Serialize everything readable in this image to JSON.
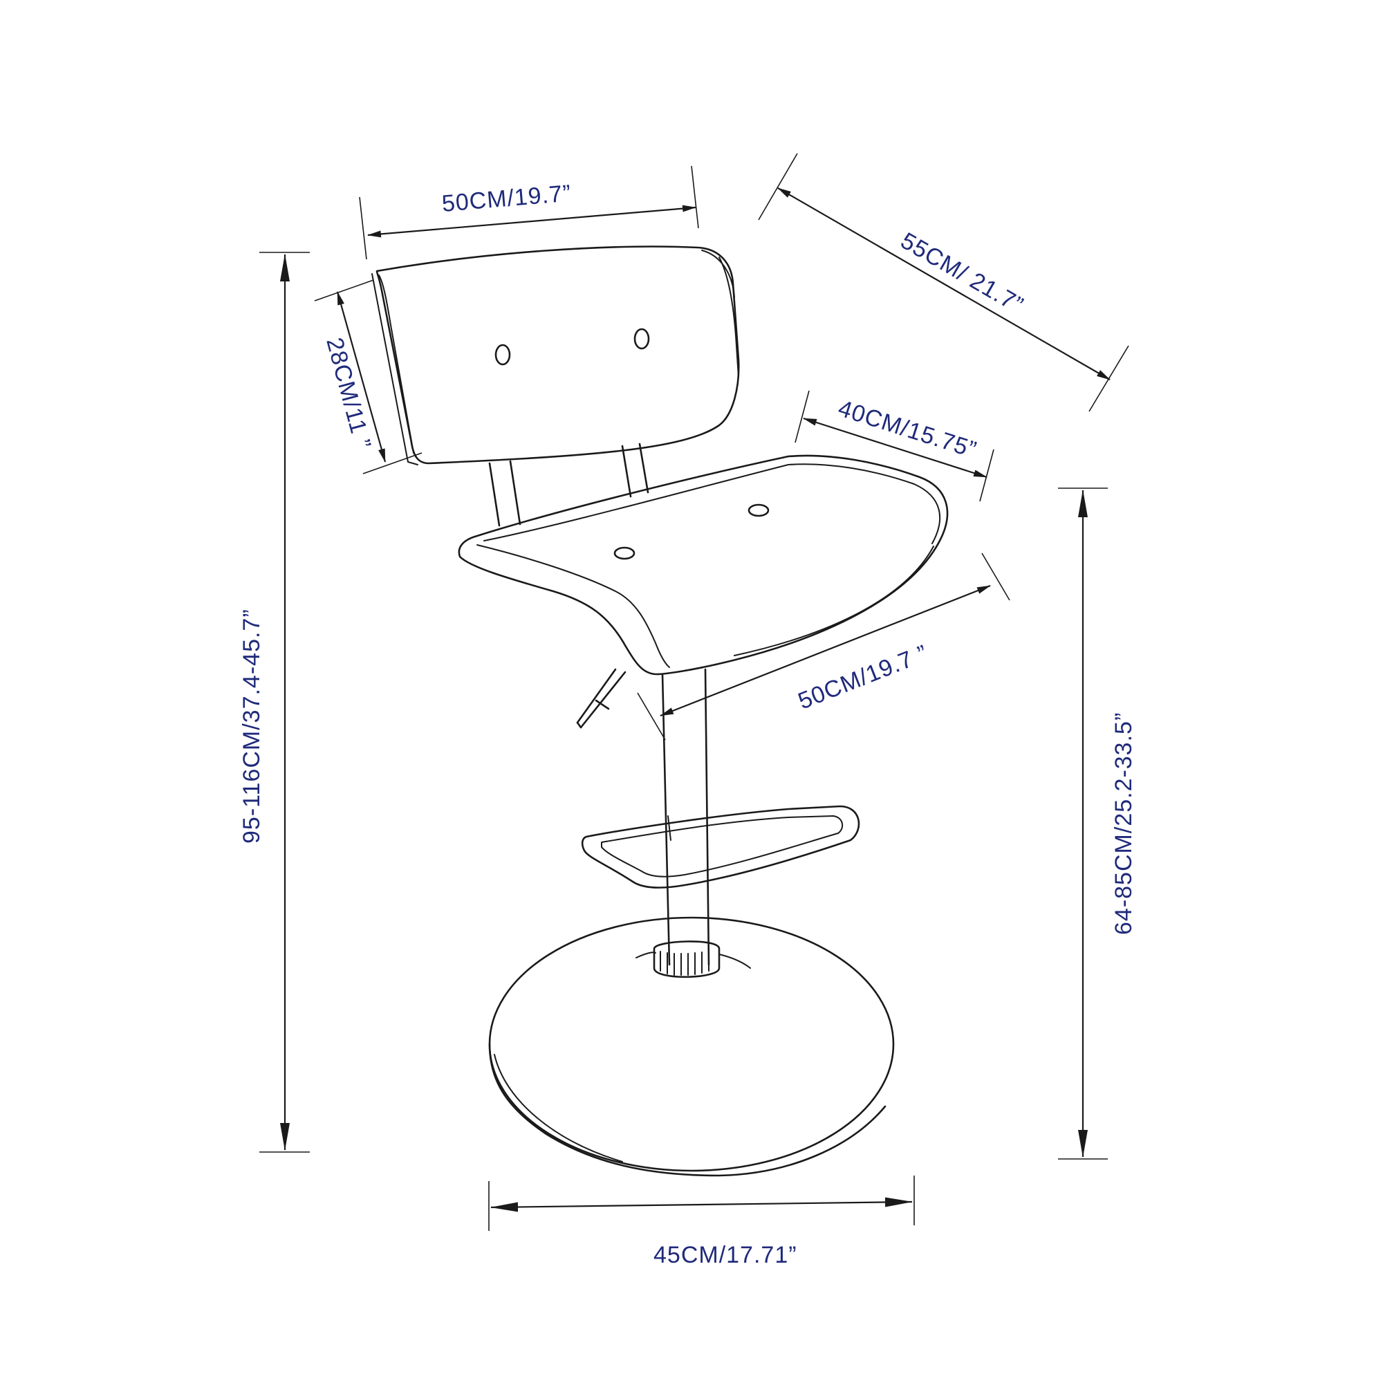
{
  "dimensions": {
    "backrest_width": "50CM/19.7”",
    "overall_depth": "55CM/ 21.7”",
    "backrest_height": "28CM/11 ”",
    "seat_depth": "40CM/15.75”",
    "seat_width": "50CM/19.7 ”",
    "overall_height": "95-116CM/37.4-45.7”",
    "seat_height": "64-85CM/25.2-33.5”",
    "base_diameter": "45CM/17.71”"
  }
}
